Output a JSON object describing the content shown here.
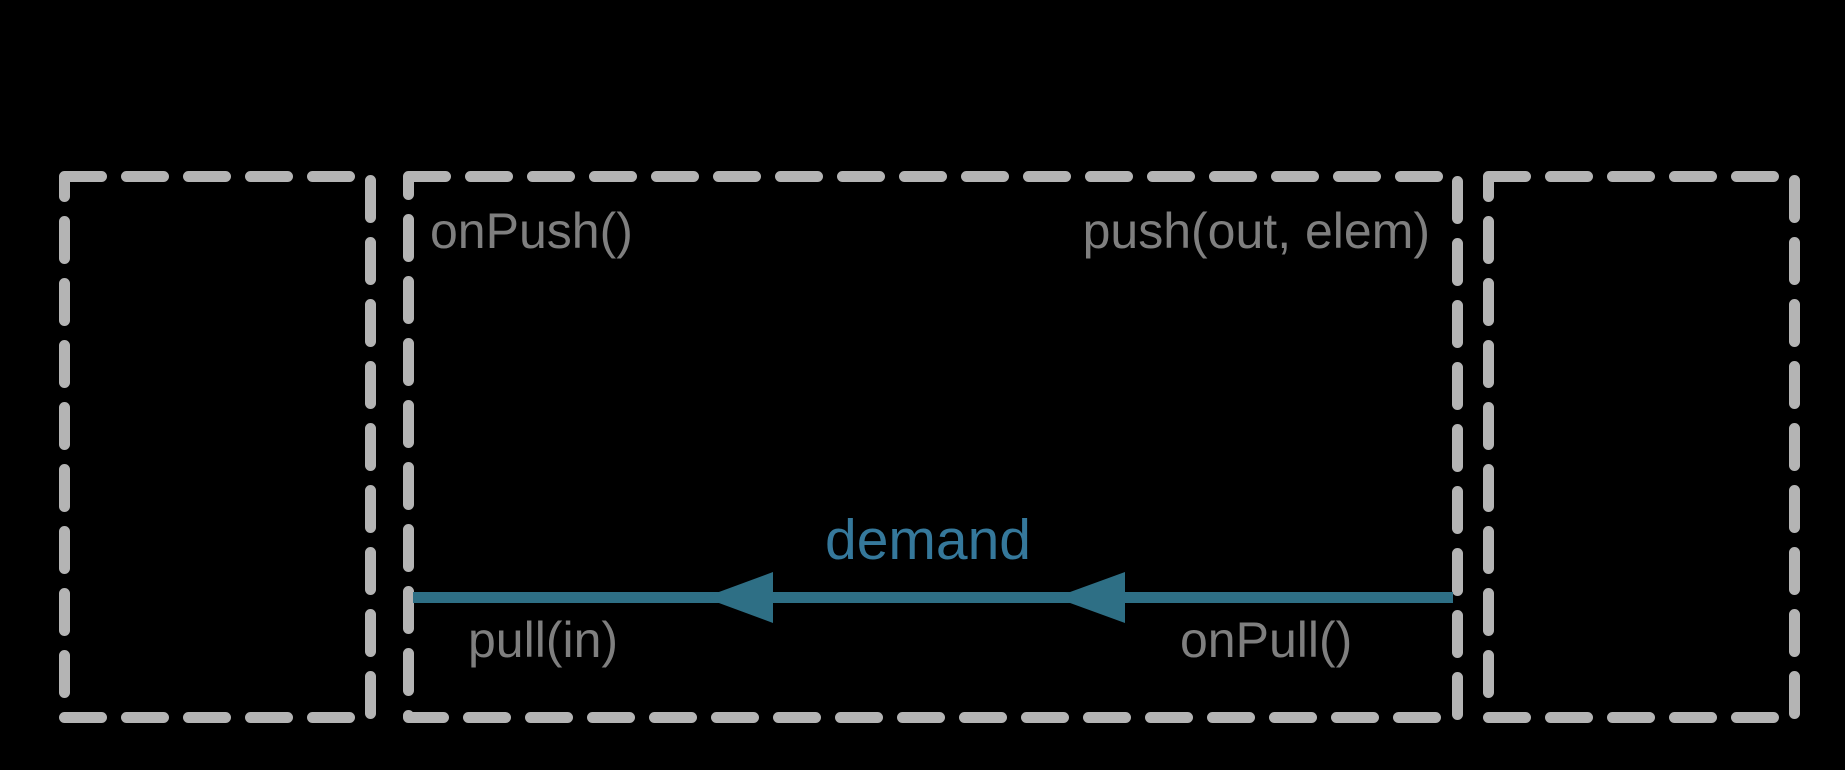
{
  "colors": {
    "background": "#000000",
    "dashed_border": "#b4b4b4",
    "handler_label": "#7f7f7f",
    "arrow": "#2e6f85",
    "demand_label": "#35789b"
  },
  "stage_box": {
    "on_push_label": "onPush()",
    "push_label": "push(out, elem)",
    "pull_label": "pull(in)",
    "on_pull_label": "onPull()"
  },
  "arrow": {
    "label": "demand",
    "direction": "left"
  }
}
